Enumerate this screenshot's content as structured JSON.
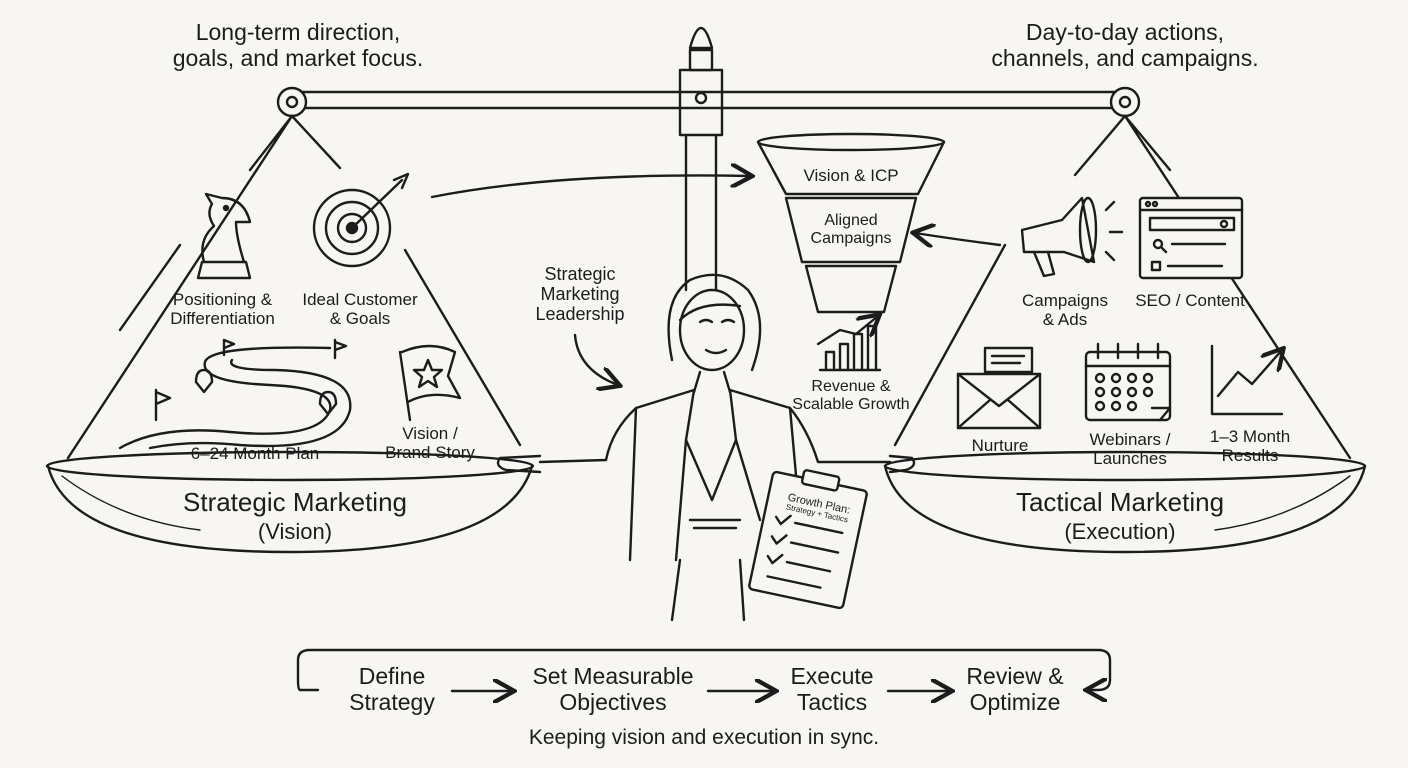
{
  "header": {
    "left_caption_line1": "Long-term direction,",
    "left_caption_line2": "goals, and market focus.",
    "right_caption_line1": "Day-to-day actions,",
    "right_caption_line2": "channels, and campaigns."
  },
  "strategic": {
    "title": "Strategic Marketing",
    "subtitle": "(Vision)",
    "items": [
      {
        "icon": "chess-knight-icon",
        "line1": "Positioning &",
        "line2": "Differentiation"
      },
      {
        "icon": "target-icon",
        "line1": "Ideal Customer",
        "line2": "& Goals"
      },
      {
        "icon": "winding-road-icon",
        "line1": "6–24 Month Plan",
        "line2": ""
      },
      {
        "icon": "star-flag-icon",
        "line1": "Vision /",
        "line2": "Brand Story"
      }
    ]
  },
  "tactical": {
    "title": "Tactical Marketing",
    "subtitle": "(Execution)",
    "items": [
      {
        "icon": "megaphone-icon",
        "line1": "Campaigns",
        "line2": "& Ads"
      },
      {
        "icon": "browser-window-icon",
        "line1": "SEO / Content",
        "line2": ""
      },
      {
        "icon": "envelope-icon",
        "line1": "Nurture",
        "line2": ""
      },
      {
        "icon": "calendar-icon",
        "line1": "Webinars /",
        "line2": "Launches"
      },
      {
        "icon": "trend-chart-icon",
        "line1": "1–3 Month",
        "line2": "Results"
      }
    ]
  },
  "center": {
    "leader_line1": "Strategic",
    "leader_line2": "Marketing",
    "leader_line3": "Leadership",
    "funnel_top": "Vision & ICP",
    "funnel_mid_line1": "Aligned",
    "funnel_mid_line2": "Campaigns",
    "growth_line1": "Revenue &",
    "growth_line2": "Scalable Growth",
    "clipboard_line1": "Growth Plan:",
    "clipboard_line2": "Strategy + Tactics"
  },
  "process": {
    "steps": [
      {
        "line1": "Define",
        "line2": "Strategy"
      },
      {
        "line1": "Set Measurable",
        "line2": "Objectives"
      },
      {
        "line1": "Execute",
        "line2": "Tactics"
      },
      {
        "line1": "Review &",
        "line2": "Optimize"
      }
    ],
    "caption": "Keeping vision and execution in sync."
  }
}
